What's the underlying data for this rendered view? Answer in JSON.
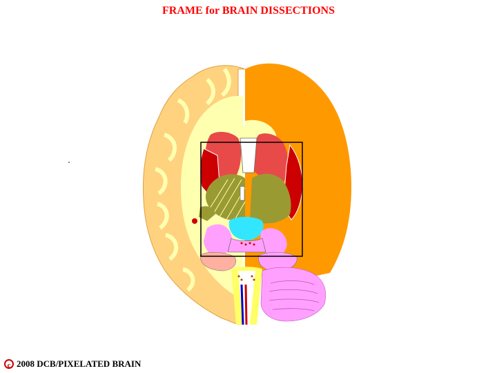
{
  "title": "FRAME for BRAIN DISSECTIONS",
  "footer": {
    "copyright_symbol": "c",
    "text": "2008  DCB/PIXELATED BRAIN"
  },
  "colors": {
    "title": "#ff0000",
    "cortex_left": "#ffd27f",
    "white_matter": "#ffffb0",
    "cortex_right": "#ff9900",
    "caudate": "#e84a4a",
    "putamen": "#cc0000",
    "thalamus": "#9a9a33",
    "midbrain": "#ffa0ff",
    "hypothalamus": "#33e6ff",
    "frame": "#000000"
  }
}
